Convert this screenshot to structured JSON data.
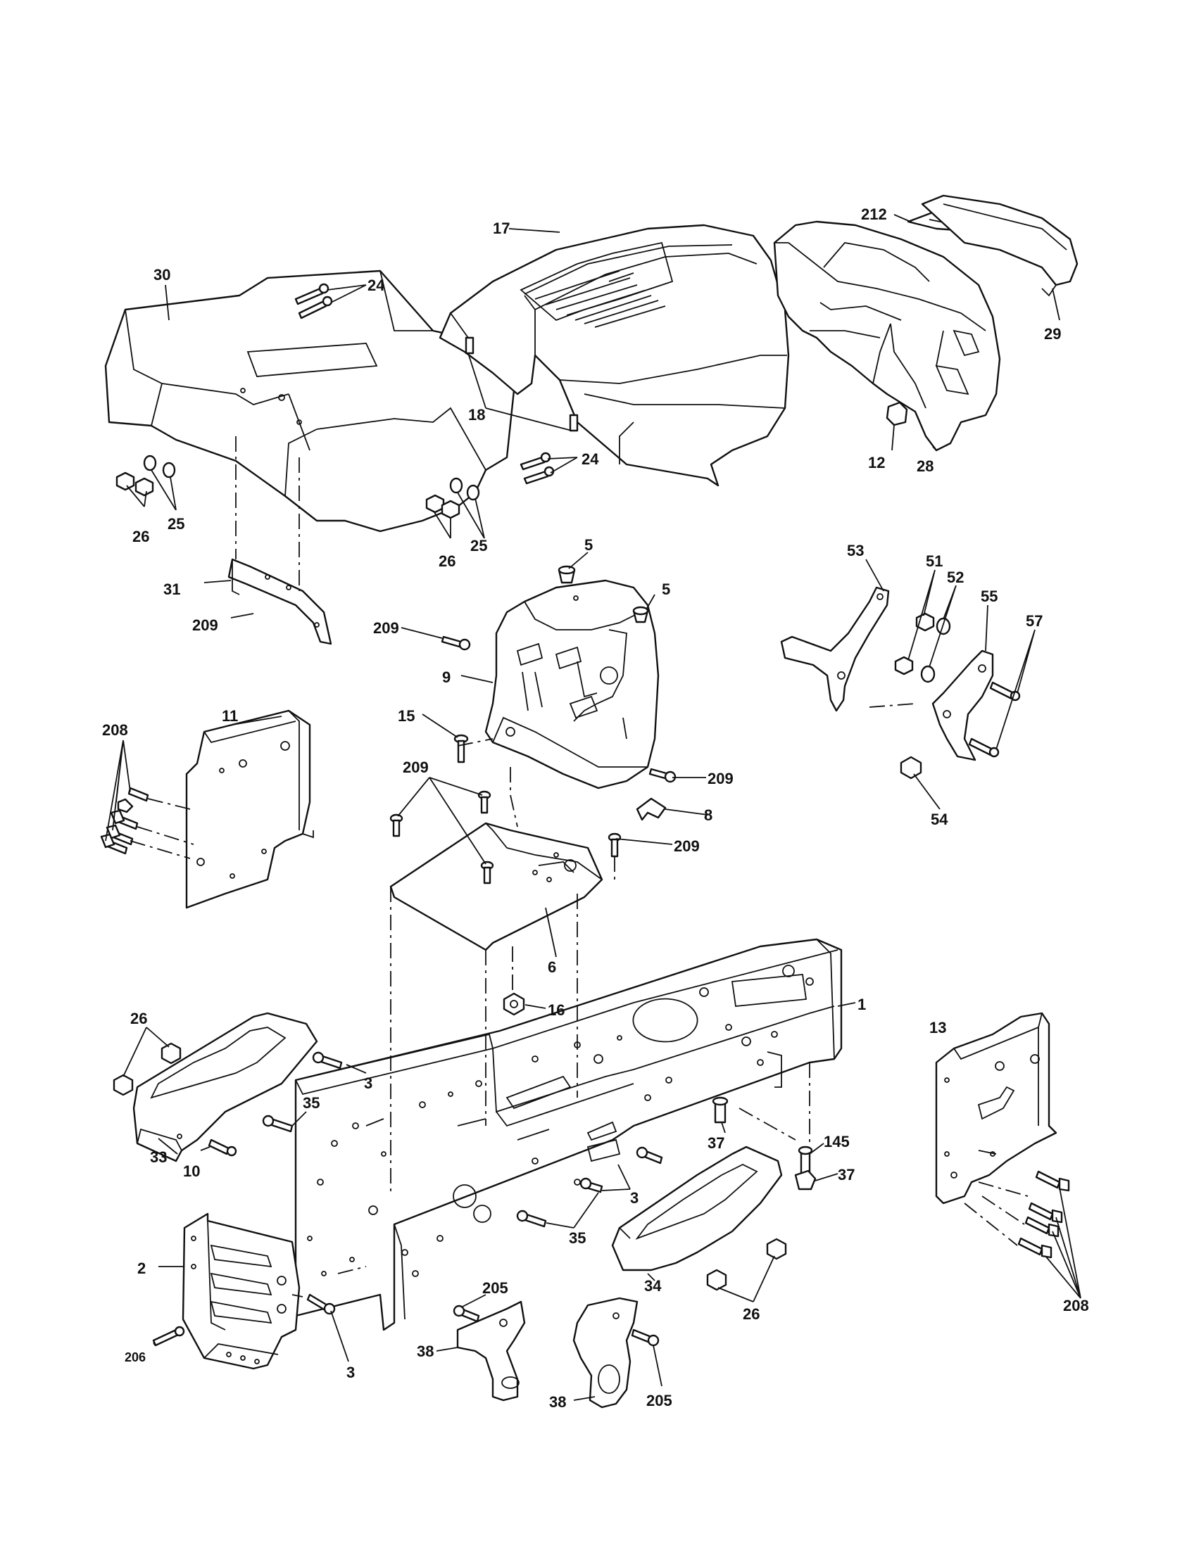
{
  "callouts": [
    {
      "id": "c1",
      "text": "1"
    },
    {
      "id": "c2",
      "text": "2"
    },
    {
      "id": "c3a",
      "text": "3"
    },
    {
      "id": "c3b",
      "text": "3"
    },
    {
      "id": "c3c",
      "text": "3"
    },
    {
      "id": "c5a",
      "text": "5"
    },
    {
      "id": "c5b",
      "text": "5"
    },
    {
      "id": "c6",
      "text": "6"
    },
    {
      "id": "c8",
      "text": "8"
    },
    {
      "id": "c9",
      "text": "9"
    },
    {
      "id": "c10",
      "text": "10"
    },
    {
      "id": "c11",
      "text": "11"
    },
    {
      "id": "c12",
      "text": "12"
    },
    {
      "id": "c13",
      "text": "13"
    },
    {
      "id": "c15",
      "text": "15"
    },
    {
      "id": "c16",
      "text": "16"
    },
    {
      "id": "c17",
      "text": "17"
    },
    {
      "id": "c18",
      "text": "18"
    },
    {
      "id": "c24a",
      "text": "24"
    },
    {
      "id": "c24b",
      "text": "24"
    },
    {
      "id": "c25a",
      "text": "25"
    },
    {
      "id": "c25b",
      "text": "25"
    },
    {
      "id": "c26a",
      "text": "26"
    },
    {
      "id": "c26b",
      "text": "26"
    },
    {
      "id": "c26c",
      "text": "26"
    },
    {
      "id": "c26d",
      "text": "26"
    },
    {
      "id": "c28",
      "text": "28"
    },
    {
      "id": "c29",
      "text": "29"
    },
    {
      "id": "c30",
      "text": "30"
    },
    {
      "id": "c31",
      "text": "31"
    },
    {
      "id": "c33",
      "text": "33"
    },
    {
      "id": "c34",
      "text": "34"
    },
    {
      "id": "c35a",
      "text": "35"
    },
    {
      "id": "c35b",
      "text": "35"
    },
    {
      "id": "c37a",
      "text": "37"
    },
    {
      "id": "c37b",
      "text": "37"
    },
    {
      "id": "c38a",
      "text": "38"
    },
    {
      "id": "c38b",
      "text": "38"
    },
    {
      "id": "c51",
      "text": "51"
    },
    {
      "id": "c52",
      "text": "52"
    },
    {
      "id": "c53",
      "text": "53"
    },
    {
      "id": "c54",
      "text": "54"
    },
    {
      "id": "c55",
      "text": "55"
    },
    {
      "id": "c57",
      "text": "57"
    },
    {
      "id": "c145",
      "text": "145"
    },
    {
      "id": "c205a",
      "text": "205"
    },
    {
      "id": "c205b",
      "text": "205"
    },
    {
      "id": "c206",
      "text": "206"
    },
    {
      "id": "c208a",
      "text": "208"
    },
    {
      "id": "c208b",
      "text": "208"
    },
    {
      "id": "c209a",
      "text": "209"
    },
    {
      "id": "c209b",
      "text": "209"
    },
    {
      "id": "c209c",
      "text": "209"
    },
    {
      "id": "c209d",
      "text": "209"
    },
    {
      "id": "c209e",
      "text": "209"
    },
    {
      "id": "c212",
      "text": "212"
    }
  ]
}
